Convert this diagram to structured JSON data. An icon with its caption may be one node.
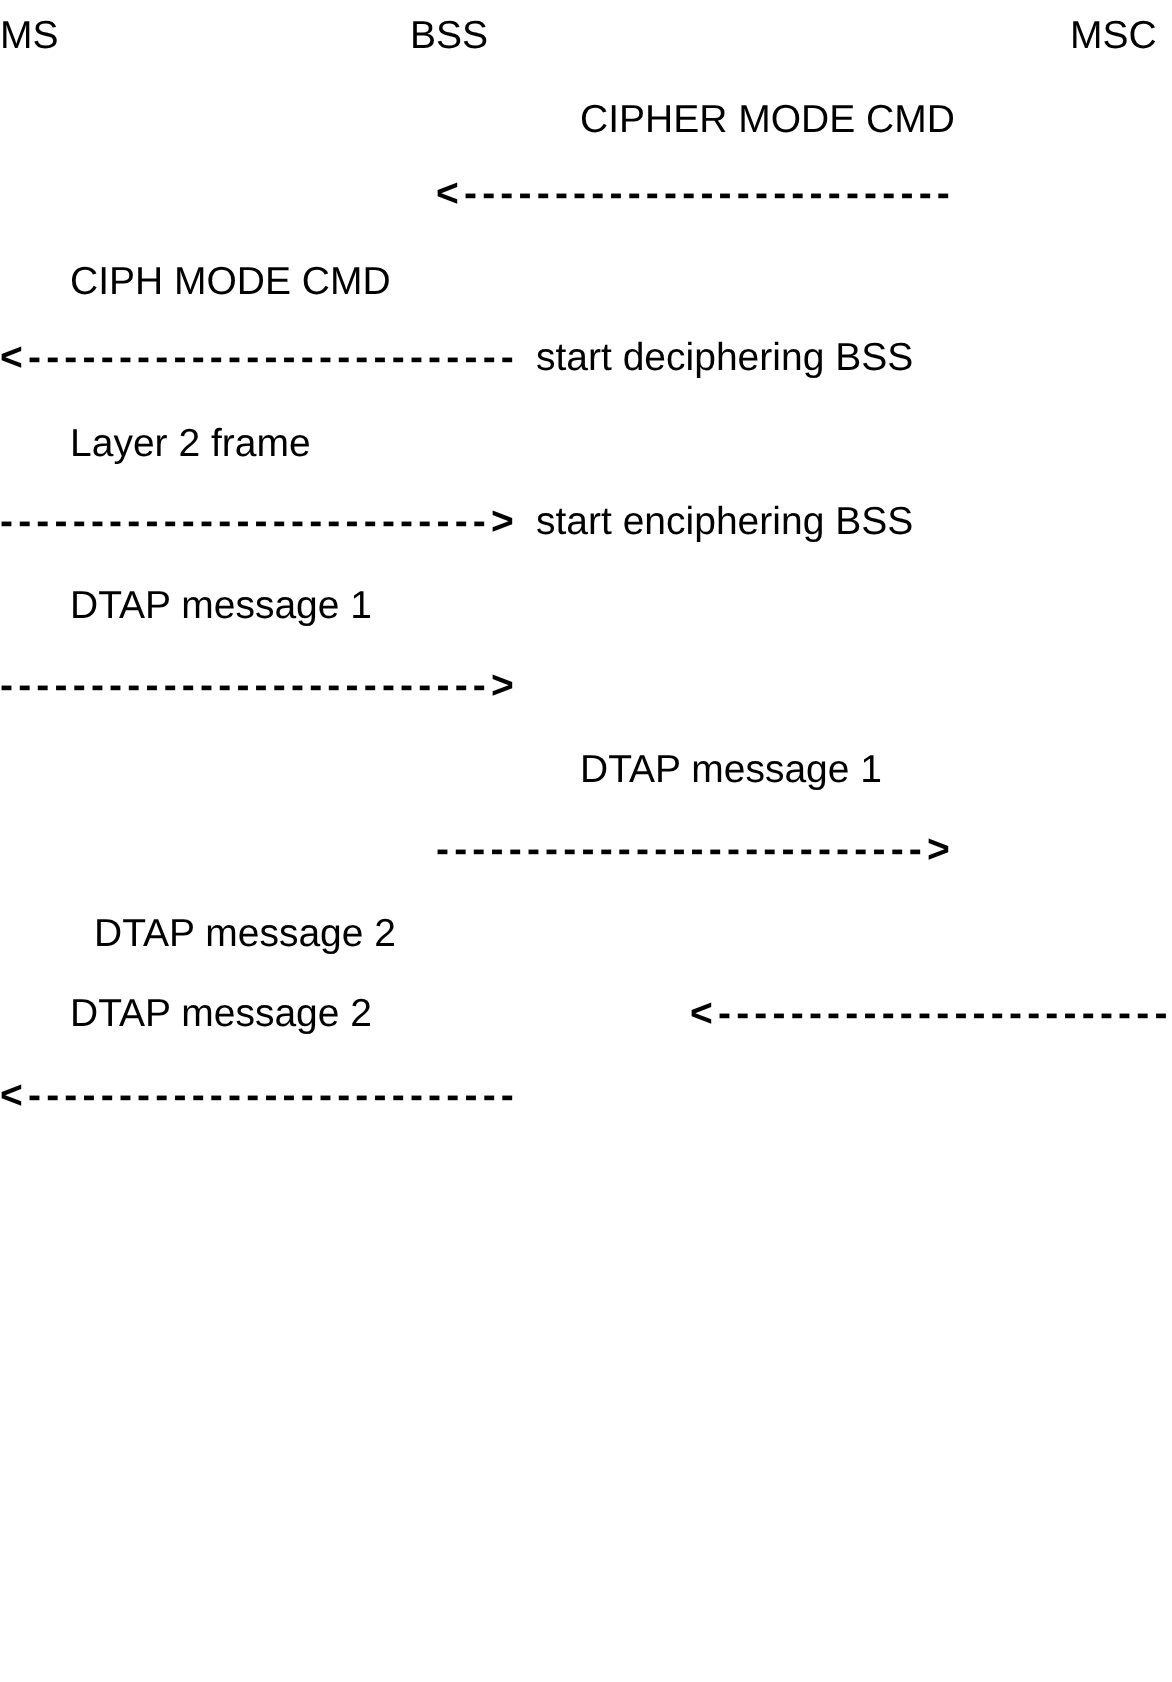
{
  "diagram": {
    "labels": [
      "MS",
      "BSS",
      "MSC",
      "CIPHER MODE CMD",
      "<---------------------------",
      "CIPH MODE CMD",
      "<---------------------------",
      "start deciphering BSS",
      "Layer 2 frame",
      "--------------------------->",
      "start enciphering BSS",
      "DTAP message 1",
      "--------------------------->",
      "DTAP message 1",
      "--------------------------->",
      "DTAP message 2",
      "DTAP message 2",
      "<-------------------------",
      "<---------------------------"
    ]
  }
}
